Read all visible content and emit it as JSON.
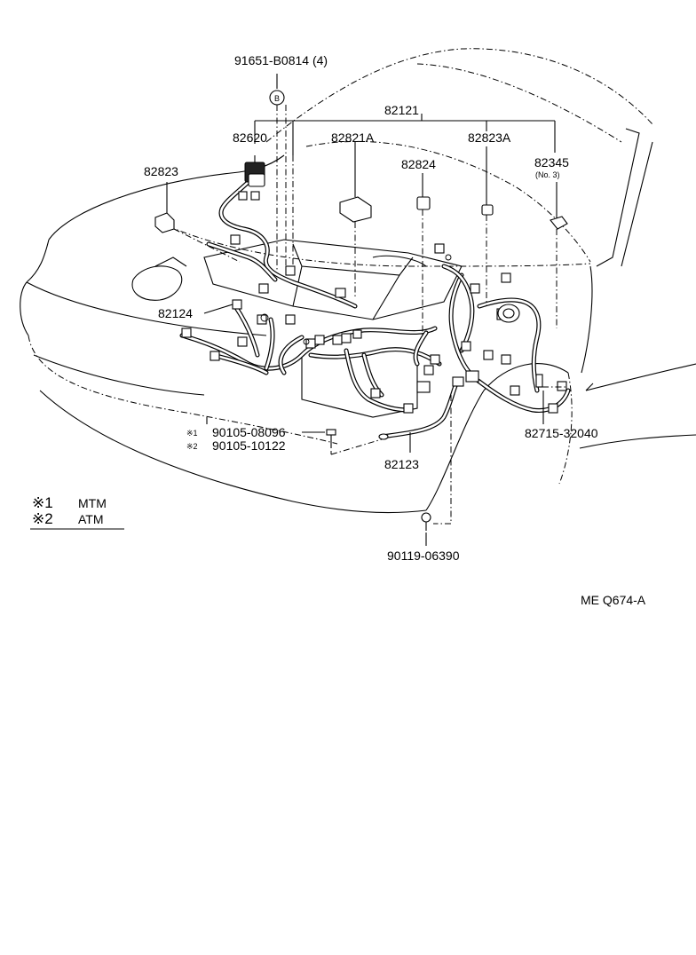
{
  "parts": {
    "bolt_b": "91651-B0814 (4)",
    "harness_main": "82121",
    "connector_82620": "82620",
    "connector_82821a": "82821A",
    "connector_82823a": "82823A",
    "connector_82823": "82823",
    "connector_82824": "82824",
    "connector_82345": "82345",
    "connector_82345_note": "(No. 3)",
    "harness_82124": "82124",
    "bolt_mtm": "90105-08096",
    "bolt_atm": "90105-10122",
    "harness_82123": "82123",
    "clamp_82715": "82715-32040",
    "bolt_90119": "90119-06390"
  },
  "callout_b": "B",
  "legend": {
    "mark1": "※1",
    "mark2": "※2",
    "label1": "MTM",
    "label2": "ATM"
  },
  "drawing_code": "ME Q674-A"
}
